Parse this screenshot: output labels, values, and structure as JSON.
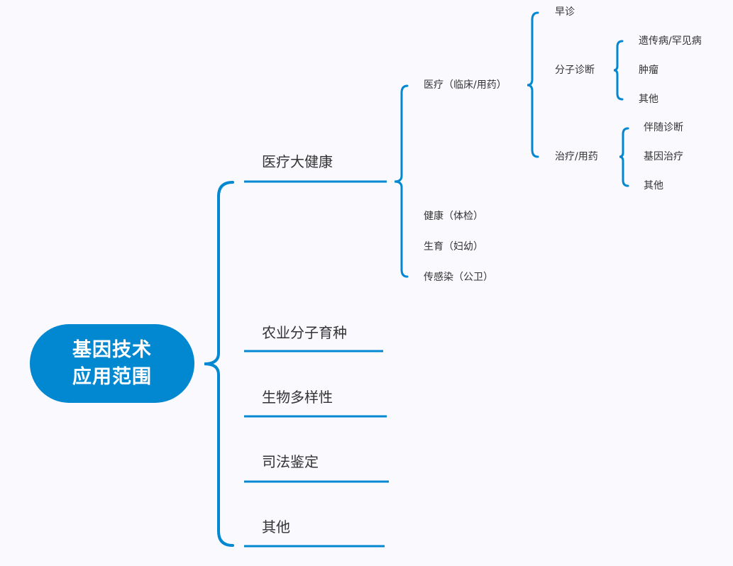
{
  "accent_color": "#0288d1",
  "root": {
    "line1": "基因技术",
    "line2": "应用范围"
  },
  "branches": [
    {
      "label": "医疗大健康"
    },
    {
      "label": "农业分子育种"
    },
    {
      "label": "生物多样性"
    },
    {
      "label": "司法鉴定"
    },
    {
      "label": "其他"
    }
  ],
  "health": {
    "medical": "医疗（临床/用药）",
    "checkup": "健康（体检）",
    "birth": "生育（妇幼）",
    "infection": "传感染（公卫）"
  },
  "medical": {
    "early": "早诊",
    "molecular": "分子诊断",
    "treatment": "治疗/用药"
  },
  "molecular": {
    "items": [
      "遗传病/罕见病",
      "肿瘤",
      "其他"
    ]
  },
  "treatment": {
    "items": [
      "伴随诊断",
      "基因治疗",
      "其他"
    ]
  }
}
